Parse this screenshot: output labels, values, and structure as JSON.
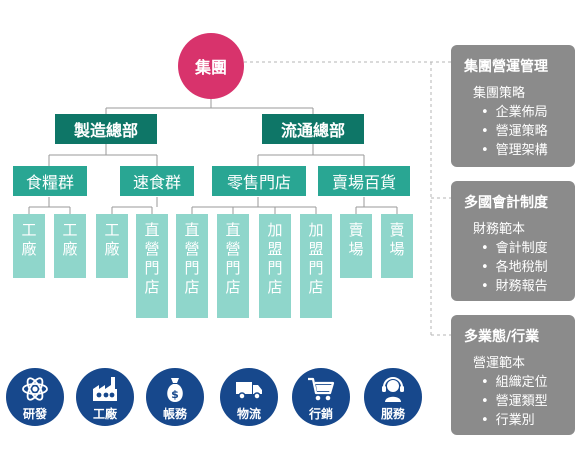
{
  "colors": {
    "root": "#d8336c",
    "level1": "#0e7667",
    "level2": "#29a693",
    "leaf": "#8fd6cb",
    "info_box": "#8b8b8b",
    "icon_circle": "#17488c"
  },
  "org": {
    "root": "集團",
    "divisions": [
      {
        "label": "製造總部",
        "groups": [
          {
            "label": "食糧群",
            "leaves": [
              [
                "工",
                "廠"
              ],
              [
                "工",
                "廠"
              ]
            ]
          },
          {
            "label": "速食群",
            "leaves": [
              [
                "工",
                "廠"
              ],
              [
                "直",
                "營",
                "門",
                "店"
              ]
            ]
          }
        ]
      },
      {
        "label": "流通總部",
        "groups": [
          {
            "label": "零售門店",
            "leaves": [
              [
                "直",
                "營",
                "門",
                "店"
              ],
              [
                "直",
                "營",
                "門",
                "店"
              ],
              [
                "加",
                "盟",
                "門",
                "店"
              ],
              [
                "加",
                "盟",
                "門",
                "店"
              ]
            ]
          },
          {
            "label": "賣場百貨",
            "leaves": [
              [
                "賣",
                "場"
              ],
              [
                "賣",
                "場"
              ]
            ]
          }
        ]
      }
    ]
  },
  "info_boxes": [
    {
      "title": "集團營運管理",
      "subtitle": "集團策略",
      "items": [
        "企業佈局",
        "營運策略",
        "管理架構"
      ]
    },
    {
      "title": "多國會計制度",
      "subtitle": "財務範本",
      "items": [
        "會計制度",
        "各地稅制",
        "財務報告"
      ]
    },
    {
      "title": "多業態/行業",
      "subtitle": "營運範本",
      "items": [
        "組織定位",
        "營運類型",
        "行業別"
      ]
    }
  ],
  "functions": [
    {
      "icon": "atom-icon",
      "label": "研發"
    },
    {
      "icon": "factory-icon",
      "label": "工廠"
    },
    {
      "icon": "money-bag-icon",
      "label": "帳務"
    },
    {
      "icon": "truck-icon",
      "label": "物流"
    },
    {
      "icon": "shopping-cart-icon",
      "label": "行銷"
    },
    {
      "icon": "headset-agent-icon",
      "label": "服務"
    }
  ]
}
